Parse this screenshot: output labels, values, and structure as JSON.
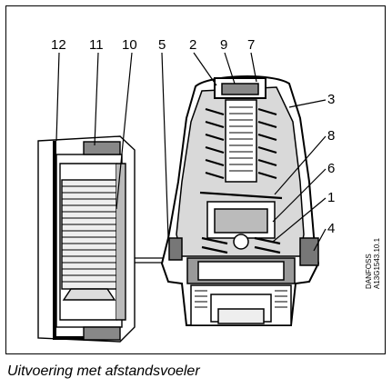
{
  "figure": {
    "caption": "Uitvoering met afstandsvoeler",
    "drawing_code": [
      "DANFOSS",
      "A13G1543.10.11"
    ],
    "callouts": [
      "12",
      "11",
      "10",
      "5",
      "2",
      "9",
      "7",
      "3",
      "8",
      "6",
      "1",
      "4"
    ]
  }
}
